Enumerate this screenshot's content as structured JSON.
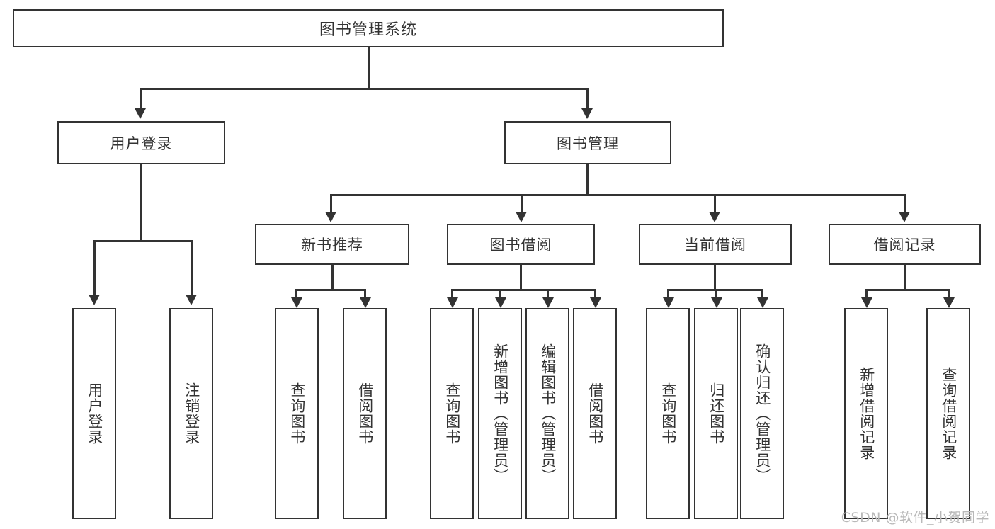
{
  "diagram": {
    "type": "tree-hierarchy-chart",
    "title": "图书管理系统",
    "root": {
      "label": "图书管理系统"
    },
    "level1": [
      {
        "id": "user-login",
        "label": "用户登录"
      },
      {
        "id": "book-management",
        "label": "图书管理"
      }
    ],
    "level2": [
      {
        "id": "new-book-recommend",
        "label": "新书推荐",
        "parent": "book-management"
      },
      {
        "id": "book-borrow",
        "label": "图书借阅",
        "parent": "book-management"
      },
      {
        "id": "current-borrow",
        "label": "当前借阅",
        "parent": "book-management"
      },
      {
        "id": "borrow-record",
        "label": "借阅记录",
        "parent": "book-management"
      }
    ],
    "leaves": {
      "user-login": [
        {
          "id": "leaf-user-login",
          "label": "用户登录"
        },
        {
          "id": "leaf-logout",
          "label": "注销登录"
        }
      ],
      "new-book-recommend": [
        {
          "id": "leaf-query-book-1",
          "label": "查询图书"
        },
        {
          "id": "leaf-borrow-book-1",
          "label": "借阅图书"
        }
      ],
      "book-borrow": [
        {
          "id": "leaf-query-book-2",
          "label": "查询图书"
        },
        {
          "id": "leaf-add-book",
          "label": "新增图书（管理员）"
        },
        {
          "id": "leaf-edit-book",
          "label": "编辑图书（管理员）"
        },
        {
          "id": "leaf-borrow-book-2",
          "label": "借阅图书"
        }
      ],
      "current-borrow": [
        {
          "id": "leaf-query-book-3",
          "label": "查询图书"
        },
        {
          "id": "leaf-return-book",
          "label": "归还图书"
        },
        {
          "id": "leaf-confirm-return",
          "label": "确认归还（管理员）"
        }
      ],
      "borrow-record": [
        {
          "id": "leaf-add-record",
          "label": "新增借阅记录"
        },
        {
          "id": "leaf-query-record",
          "label": "查询借阅记录"
        }
      ]
    },
    "colors": {
      "stroke": "#333333",
      "fill": "#ffffff",
      "text": "#333333",
      "watermark": "#b9b9b9"
    }
  },
  "watermark": {
    "text": "CSDN @软件_小贺同学"
  }
}
